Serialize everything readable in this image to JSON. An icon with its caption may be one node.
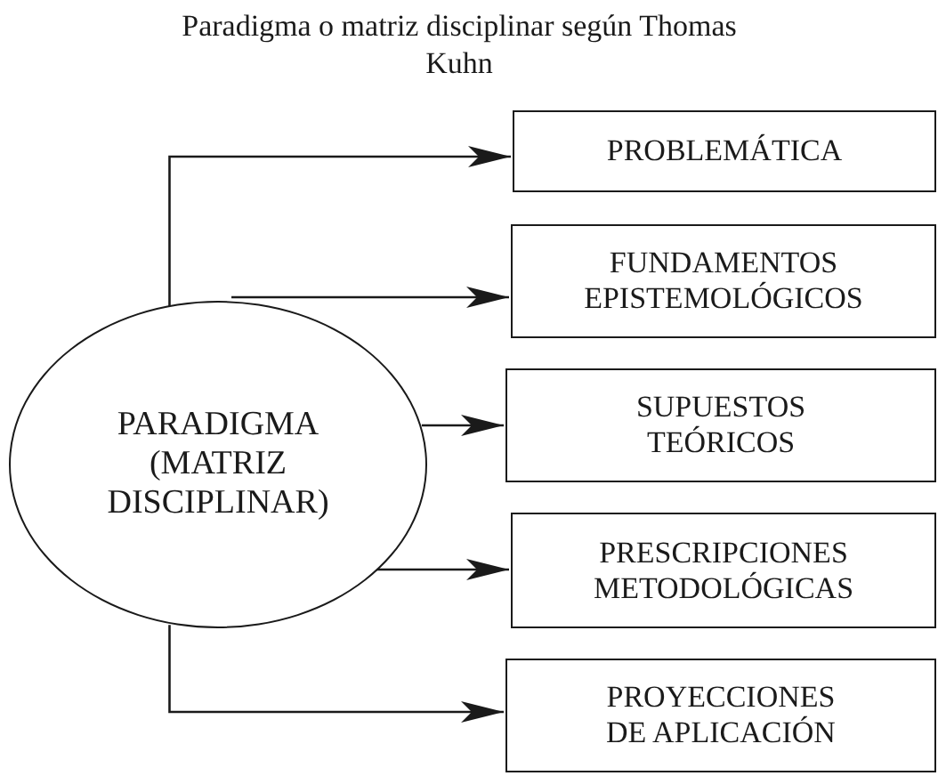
{
  "diagram": {
    "title": "Paradigma o matriz disciplinar según Thomas Kuhn",
    "nodes": [
      {
        "text": [
          "PARADIGMA (MATRIZ DISCIPLINAR)"
        ]
      },
      {
        "text": [
          "PROBLEMÁTICA"
        ]
      },
      {
        "text": [
          "FUNDAMENTOS EPISTEMOLÓGICOS"
        ]
      },
      {
        "text": [
          "SUPUESTOS TEÓRICOS"
        ]
      },
      {
        "text": [
          "PRESCRIPCIONES METODOLÓGICAS"
        ]
      },
      {
        "text": [
          "PROYECCIONES DE APLICACIÓN"
        ]
      }
    ],
    "edges": [
      {
        "from": 0,
        "to": 1,
        "arrow": "to"
      },
      {
        "from": 0,
        "to": 2,
        "arrow": "to"
      },
      {
        "from": 0,
        "to": 3,
        "arrow": "to"
      },
      {
        "from": 0,
        "to": 4,
        "arrow": "to"
      },
      {
        "from": 0,
        "to": 5,
        "arrow": "to"
      }
    ]
  }
}
